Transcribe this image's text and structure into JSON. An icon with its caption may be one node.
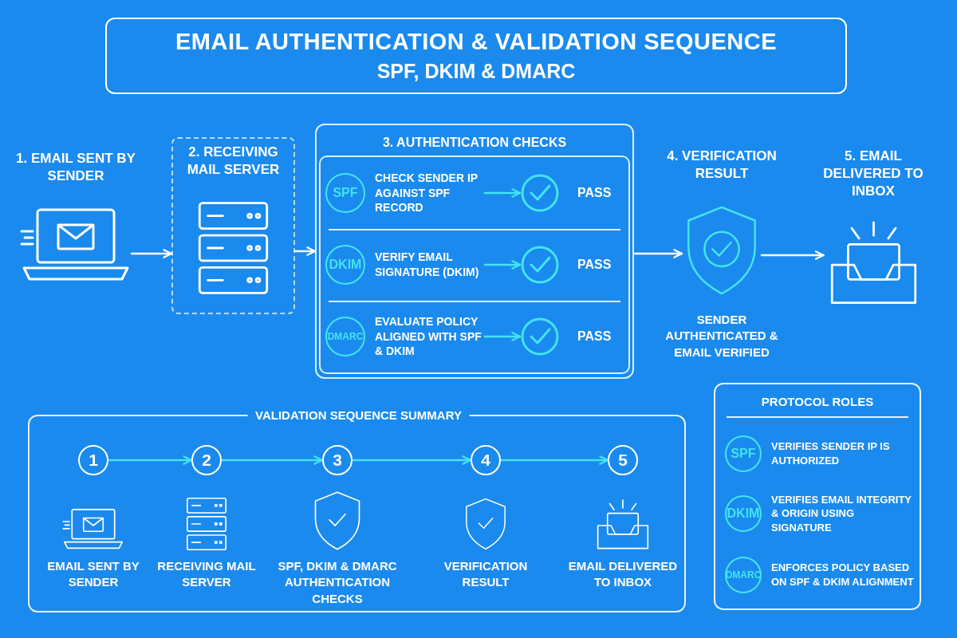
{
  "diagram": {
    "title": "EMAIL AUTHENTICATION & VALIDATION SEQUENCE",
    "nodes": [
      {
        "text": [
          "1. EMAIL SENT BY SENDER"
        ]
      },
      {
        "text": [
          "2. RECEIVING MAIL SERVER"
        ]
      },
      {
        "text": [
          "3. AUTHENTICATION CHECKS"
        ]
      },
      {
        "text": [
          "SPF",
          "CHECK SENDER IP AGAINST SPF RECORD"
        ],
        "in": 2
      },
      {
        "text": [
          "PASS"
        ],
        "in": 2
      },
      {
        "text": [
          "DKIM",
          "VERIFY EMAIL SIGNATURE (DKIM)"
        ],
        "in": 2
      },
      {
        "text": [
          "PASS"
        ],
        "in": 2
      },
      {
        "text": [
          "DMARC",
          "EVALUATE POLICY ALIGNED WITH SPF & DKIM"
        ],
        "in": 2
      },
      {
        "text": [
          "PASS"
        ],
        "in": 2
      },
      {
        "text": [
          "4. VERIFICATION RESULT",
          "SENDER AUTHENTICATED & EMAIL VERIFIED"
        ]
      },
      {
        "text": [
          "5. EMAIL DELIVERED TO INBOX"
        ]
      },
      {
        "text": [
          "VALIDATION SEQUENCE SUMMARY"
        ]
      },
      {
        "text": [
          "1",
          "EMAIL SENT BY SENDER"
        ],
        "in": 11
      },
      {
        "text": [
          "2",
          "RECEIVING MAIL SERVER"
        ],
        "in": 11
      },
      {
        "text": [
          "3",
          "SPF, DKIM & DMARC AUTHENTICATION CHECKS"
        ],
        "in": 11
      },
      {
        "text": [
          "4",
          "VERIFICATION RESULT"
        ],
        "in": 11
      },
      {
        "text": [
          "5",
          "EMAIL DELIVERED TO INBOX"
        ],
        "in": 11
      },
      {
        "text": [
          "PROTOCOL ROLES"
        ]
      },
      {
        "text": [
          "SPF",
          "VERIFIES SENDER IP IS AUTHORIZED"
        ],
        "in": 17
      },
      {
        "text": [
          "DKIM",
          "VERIFIES EMAIL INTEGRITY & ORIGIN USING SIGNATURE"
        ],
        "in": 17
      },
      {
        "text": [
          "DMARC",
          "ENFORCES POLICY BASED ON SPF & DKIM ALIGNMENT"
        ],
        "in": 17
      }
    ],
    "edges": [
      {
        "from": 0,
        "to": 1,
        "arrow": "to",
        "color": "#ffffff"
      },
      {
        "from": 1,
        "to": 2,
        "arrow": "to",
        "color": "#ffffff"
      },
      {
        "from": 3,
        "to": 4,
        "arrow": "to"
      },
      {
        "from": 5,
        "to": 6,
        "arrow": "to"
      },
      {
        "from": 7,
        "to": 8,
        "arrow": "to"
      },
      {
        "from": 2,
        "to": 9,
        "arrow": "to",
        "color": "#ffffff"
      },
      {
        "from": 9,
        "to": 10,
        "arrow": "to",
        "color": "#ffffff"
      },
      {
        "from": 12,
        "to": 13,
        "arrow": "to"
      },
      {
        "from": 13,
        "to": 14,
        "arrow": "to"
      },
      {
        "from": 14,
        "to": 15,
        "arrow": "to"
      },
      {
        "from": 15,
        "to": 16,
        "arrow": "to"
      }
    ],
    "labels": [
      "SPF, DKIM & DMARC"
    ]
  }
}
